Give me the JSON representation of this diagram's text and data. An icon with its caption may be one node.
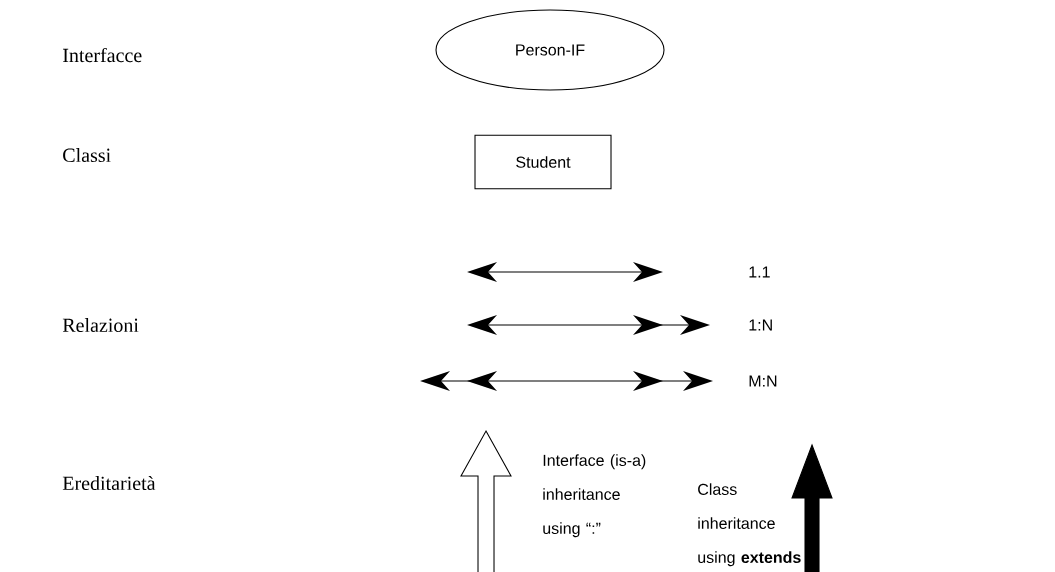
{
  "diagram": {
    "nodes": [
      {
        "text": [
          "Person-IF"
        ]
      },
      {
        "text": [
          "Student"
        ]
      }
    ],
    "labels": [
      "Interfacce",
      "Classi",
      "Relazioni",
      "Ereditarietà",
      "1.1",
      "1:N",
      "M:N",
      "Interface (is-a) inheritance using “:”",
      "Class inheritance using **extends**"
    ]
  }
}
